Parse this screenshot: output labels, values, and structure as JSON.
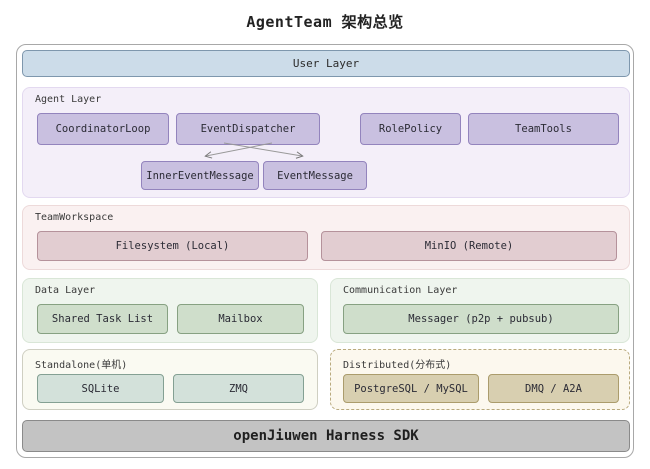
{
  "title": "AgentTeam 架构总览",
  "user_layer": {
    "label": "User Layer"
  },
  "agent_layer": {
    "label": "Agent Layer",
    "nodes": [
      "CoordinatorLoop",
      "EventDispatcher",
      "RolePolicy",
      "TeamTools"
    ],
    "messages": [
      "InnerEventMessage",
      "EventMessage"
    ]
  },
  "team_workspace": {
    "label": "TeamWorkspace",
    "nodes": [
      "Filesystem (Local)",
      "MinIO (Remote)"
    ]
  },
  "data_layer": {
    "label": "Data Layer",
    "nodes": [
      "Shared Task List",
      "Mailbox"
    ]
  },
  "communication_layer": {
    "label": "Communication Layer",
    "nodes": [
      "Messager (p2p + pubsub)"
    ]
  },
  "standalone": {
    "label": "Standalone(单机)",
    "nodes": [
      "SQLite",
      "ZMQ"
    ]
  },
  "distributed": {
    "label": "Distributed(分布式)",
    "nodes": [
      "PostgreSQL / MySQL",
      "DMQ / A2A"
    ]
  },
  "footer": {
    "label": "openJiuwen Harness SDK"
  },
  "colors": {
    "user_fill": "#ccdce9",
    "user_border": "#7e97ad",
    "purple_fill": "#c9c0e0",
    "purple_border": "#9384bd",
    "rose_fill": "#e2cdd1",
    "rose_border": "#b5929b",
    "green_fill": "#cfdecb",
    "green_border": "#87a182",
    "teal_fill": "#d3e1da",
    "teal_border": "#84a093",
    "tan_fill": "#d8cfb0",
    "tan_border": "#ab9c6c",
    "footer_fill": "#c3c3c3",
    "footer_border": "#8a8a8a"
  }
}
